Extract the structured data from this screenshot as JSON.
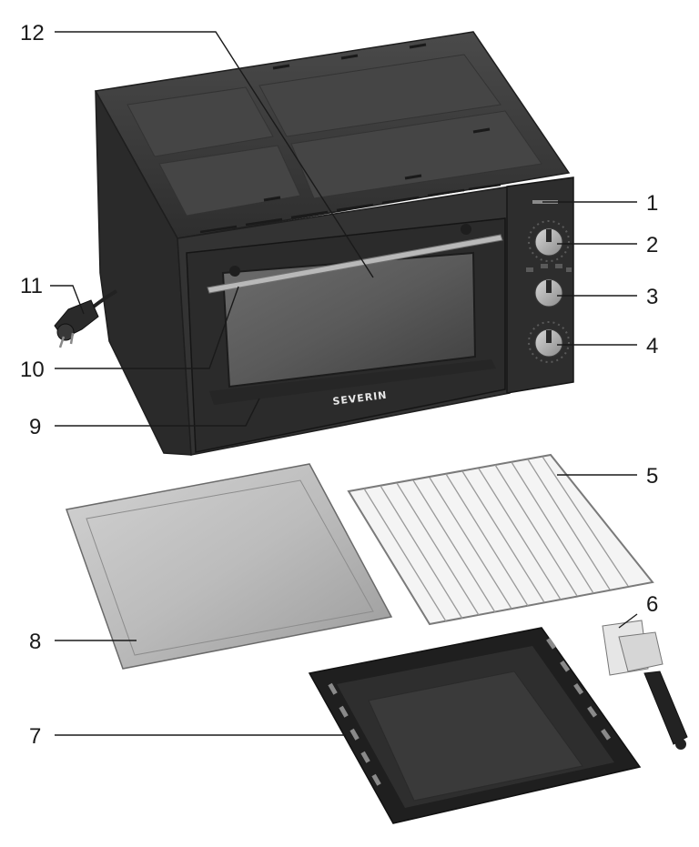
{
  "brand": {
    "logo_text": "SEVERIN"
  },
  "callouts": [
    {
      "id": "1",
      "part": "indicator-light"
    },
    {
      "id": "2",
      "part": "temperature-knob"
    },
    {
      "id": "3",
      "part": "function-knob"
    },
    {
      "id": "4",
      "part": "timer-knob"
    },
    {
      "id": "5",
      "part": "wire-rack"
    },
    {
      "id": "6",
      "part": "handle"
    },
    {
      "id": "7",
      "part": "baking-tray"
    },
    {
      "id": "8",
      "part": "crumb-tray"
    },
    {
      "id": "9",
      "part": "door"
    },
    {
      "id": "10",
      "part": "door-handle"
    },
    {
      "id": "11",
      "part": "power-plug"
    },
    {
      "id": "12",
      "part": "window"
    }
  ],
  "colors": {
    "body": "#3a3a3a",
    "body_dark": "#242424",
    "steel": "#b9b9b9",
    "tray": "#2e2e2e",
    "line": "#1a1a1a"
  }
}
